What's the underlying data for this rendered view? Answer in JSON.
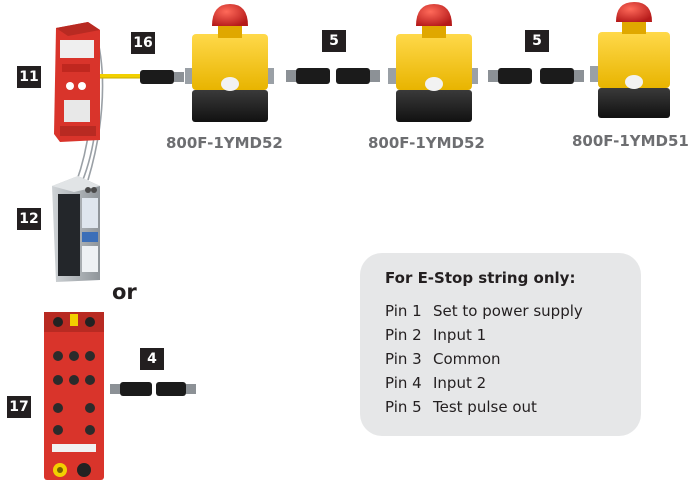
{
  "tags": {
    "safety_relay": "11",
    "power_supply": "12",
    "io_block": "17",
    "cable_relay": "16",
    "cable_estop_1": "5",
    "cable_estop_2": "5",
    "cable_io": "4"
  },
  "estops": [
    {
      "model": "800F-1YMD52"
    },
    {
      "model": "800F-1YMD52"
    },
    {
      "model": "800F-1YMD51"
    }
  ],
  "or_label": "or",
  "pin_box": {
    "title": "For E-Stop string only:",
    "pins": [
      {
        "pin": "Pin 1",
        "function": "Set to power supply"
      },
      {
        "pin": "Pin 2",
        "function": "Input 1"
      },
      {
        "pin": "Pin 3",
        "function": "Common"
      },
      {
        "pin": "Pin 4",
        "function": "Input 2"
      },
      {
        "pin": "Pin 5",
        "function": "Test pulse out"
      }
    ]
  },
  "colors": {
    "estop_yellow": "#f5c518",
    "estop_red": "#d7282f",
    "device_red": "#d9342b",
    "cable_yellow": "#f2d000",
    "tag_bg": "#231f20",
    "box_bg": "#e6e7e8"
  }
}
